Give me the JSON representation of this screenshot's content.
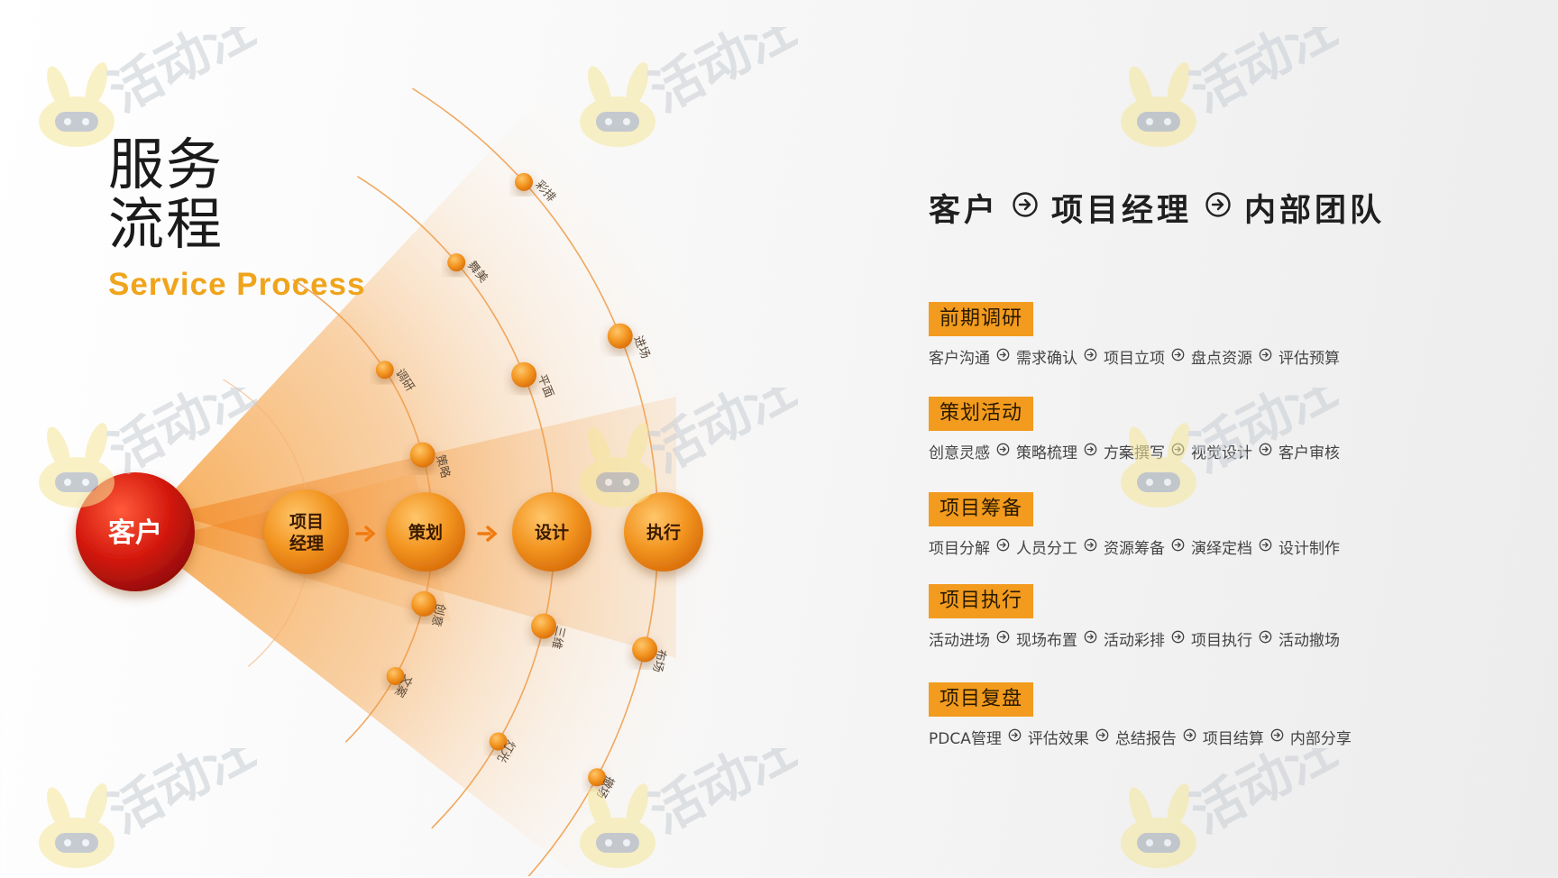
{
  "title": {
    "cn_line1": "服务",
    "cn_line2": "流程",
    "en": "Service Process"
  },
  "diagram": {
    "client": "客户",
    "stages": [
      "项目\n经理",
      "策划",
      "设计",
      "执行"
    ],
    "branches": {
      "ring1": [
        "调研",
        "策略",
        "创意",
        "文案"
      ],
      "ring2": [
        "舞美",
        "平面",
        "三维",
        "灯光"
      ],
      "ring3": [
        "彩排",
        "进场",
        "布场",
        "撤场"
      ]
    }
  },
  "flow": {
    "a": "客户",
    "b": "项目经理",
    "c": "内部团队"
  },
  "phases": [
    {
      "tag": "前期调研",
      "steps": [
        "客户沟通",
        "需求确认",
        "项目立项",
        "盘点资源",
        "评估预算"
      ]
    },
    {
      "tag": "策划活动",
      "steps": [
        "创意灵感",
        "策略梳理",
        "方案撰写",
        "视觉设计",
        "客户审核"
      ]
    },
    {
      "tag": "项目筹备",
      "steps": [
        "项目分解",
        "人员分工",
        "资源筹备",
        "演绎定档",
        "设计制作"
      ]
    },
    {
      "tag": "项目执行",
      "steps": [
        "活动进场",
        "现场布置",
        "活动彩排",
        "项目执行",
        "活动撤场"
      ]
    },
    {
      "tag": "项目复盘",
      "steps": [
        "PDCA管理",
        "评估效果",
        "总结报告",
        "项目结算",
        "内部分享"
      ]
    }
  ],
  "watermark": "活动汪",
  "colors": {
    "orange": "#f29b1e",
    "deep_orange": "#e8801a",
    "red": "#c8140c",
    "text": "#1f1f1f"
  }
}
